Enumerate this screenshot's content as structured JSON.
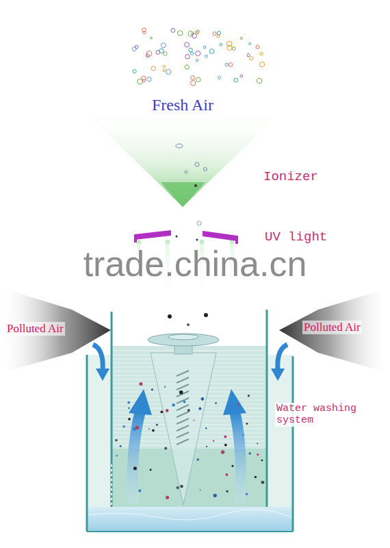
{
  "diagram": {
    "labels": [
      "Fresh Air",
      "Ionizer",
      "UV light",
      "trade.china.cn",
      "Polluted Air",
      "Polluted Air",
      "Water washing system"
    ]
  }
}
